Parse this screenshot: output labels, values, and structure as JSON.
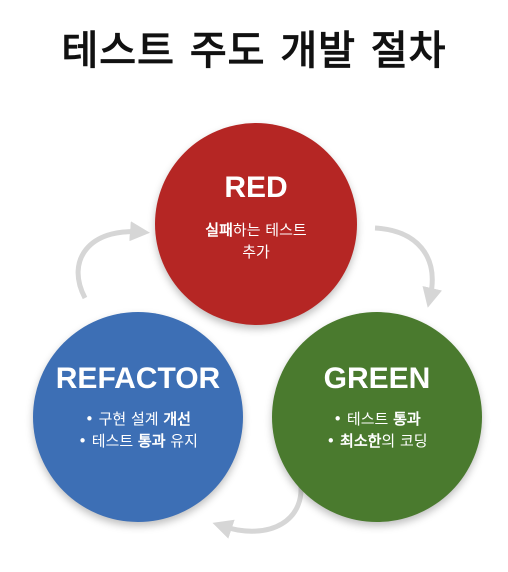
{
  "title": "테스트 주도 개발 절차",
  "colors": {
    "red": "#b52624",
    "green": "#4a7a2e",
    "blue": "#3d6fb5",
    "arrow": "#d6d6d6"
  },
  "red": {
    "title": "RED",
    "desc1_bold": "실패",
    "desc1_rest": "하는 테스트",
    "desc2": "추가"
  },
  "green": {
    "title": "GREEN",
    "line1_pre": "• 테스트 ",
    "line1_bold": "통과",
    "line2_pre": "• ",
    "line2_bold": "최소한",
    "line2_rest": "의 코딩"
  },
  "refactor": {
    "title": "REFACTOR",
    "line1_pre": "• 구현 설계 ",
    "line1_bold": "개선",
    "line2_pre": "• 테스트 ",
    "line2_bold": "통과",
    "line2_rest": " 유지"
  }
}
